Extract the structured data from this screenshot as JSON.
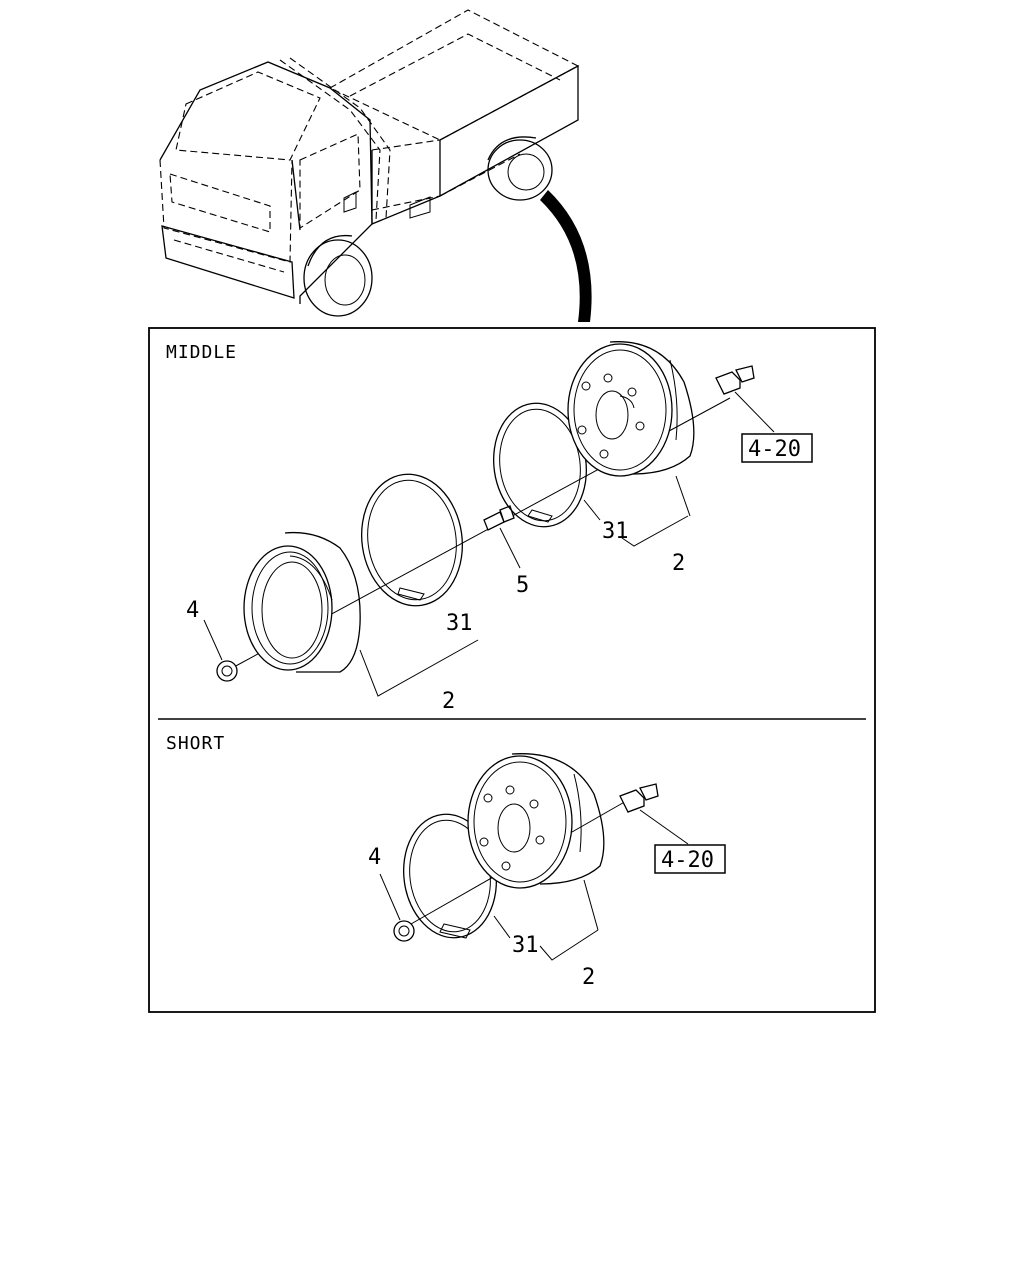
{
  "sections": {
    "middle": {
      "title": "MIDDLE",
      "callouts": {
        "nut": "4",
        "rim_outer": "2",
        "ring_outer": "31",
        "bolt": "5",
        "ring_inner": "31",
        "rim_inner": "2",
        "ref": "4-20"
      }
    },
    "short": {
      "title": "SHORT",
      "callouts": {
        "nut": "4",
        "ring": "31",
        "rim": "2",
        "ref": "4-20"
      }
    }
  }
}
